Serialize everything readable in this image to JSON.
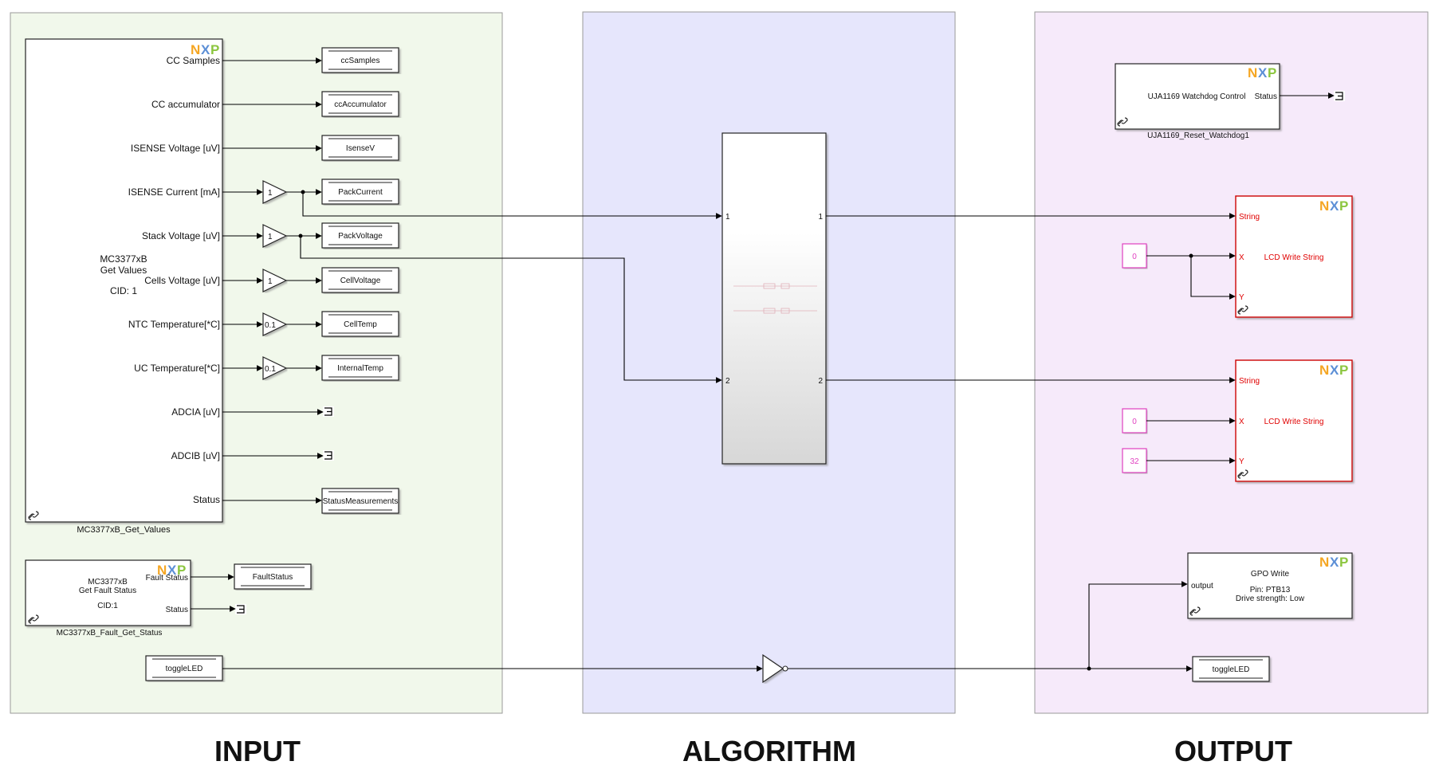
{
  "sections": {
    "input": {
      "title": "INPUT",
      "color": "#f1f8eb"
    },
    "algorithm": {
      "title": "ALGORITHM",
      "color": "#e6e6fc"
    },
    "output": {
      "title": "OUTPUT",
      "color": "#f6eafa"
    }
  },
  "get_values": {
    "name": "MC3377xB_Get_Values",
    "title_lines": [
      "MC3377xB",
      "Get Values",
      "CID: 1"
    ],
    "ports": [
      "CC Samples",
      "CC accumulator",
      "ISENSE Voltage [uV]",
      "ISENSE Current [mA]",
      "Stack Voltage [uV]",
      "Cells Voltage [uV]",
      "NTC Temperature[*C]",
      "UC Temperature[*C]",
      "ADCIA [uV]",
      "ADCIB [uV]",
      "Status"
    ]
  },
  "gains": [
    "1",
    "1",
    "1",
    "0.1",
    "0.1"
  ],
  "goto_tags": [
    "ccSamples",
    "ccAccumulator",
    "IsenseV",
    "PackCurrent",
    "PackVoltage",
    "CellVoltage",
    "CellTemp",
    "InternalTemp",
    "StatusMeasurements"
  ],
  "fault": {
    "name": "MC3377xB_Fault_Get_Status",
    "title_lines": [
      "MC3377xB",
      "Get Fault Status",
      "CID:1"
    ],
    "ports": [
      "Fault Status",
      "Status"
    ],
    "goto": "FaultStatus"
  },
  "from_toggle": "toggleLED",
  "subsystem": {
    "in_ports": [
      "1",
      "2"
    ],
    "out_ports": [
      "1",
      "2"
    ]
  },
  "watchdog": {
    "label": "UJA1169 Watchdog Control",
    "port": "Status",
    "name": "UJA1169_Reset_Watchdog1"
  },
  "lcd1": {
    "label": "LCD Write String",
    "ports": [
      "String",
      "X",
      "Y"
    ],
    "x_const": "0"
  },
  "lcd2": {
    "label": "LCD Write String",
    "ports": [
      "String",
      "X",
      "Y"
    ],
    "x_const": "0",
    "y_const": "32"
  },
  "gpo": {
    "title": "GPO Write",
    "line2": "Pin: PTB13",
    "line3": "Drive strength: Low",
    "port": "output"
  },
  "goto_toggle": "toggleLED",
  "logo": "NXP",
  "colors": {
    "nxp_n": "#f5a623",
    "nxp_x": "#5c8fd6",
    "nxp_p": "#8cc63f",
    "lcd_red": "#e00000",
    "const_magenta": "#e040c0"
  }
}
